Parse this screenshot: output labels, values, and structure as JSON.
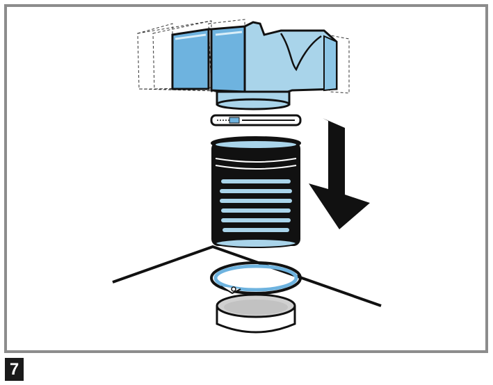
{
  "figure": {
    "step_number": "7",
    "components": [
      {
        "id": "duct-adapter",
        "label": ""
      },
      {
        "id": "clamp-ring-top",
        "label": ""
      },
      {
        "id": "flexible-duct-hose",
        "label": ""
      },
      {
        "id": "clamp-ring-bottom",
        "label": ""
      },
      {
        "id": "ceiling-outlet-collar",
        "label": ""
      }
    ],
    "arrow_direction": "down"
  },
  "colors": {
    "frame_border": "#8c8c8c",
    "light_blue": "#a9d4ea",
    "mid_blue": "#6eb3df",
    "outline": "#111111",
    "badge_bg": "#1a1a1a",
    "badge_text": "#ffffff"
  }
}
